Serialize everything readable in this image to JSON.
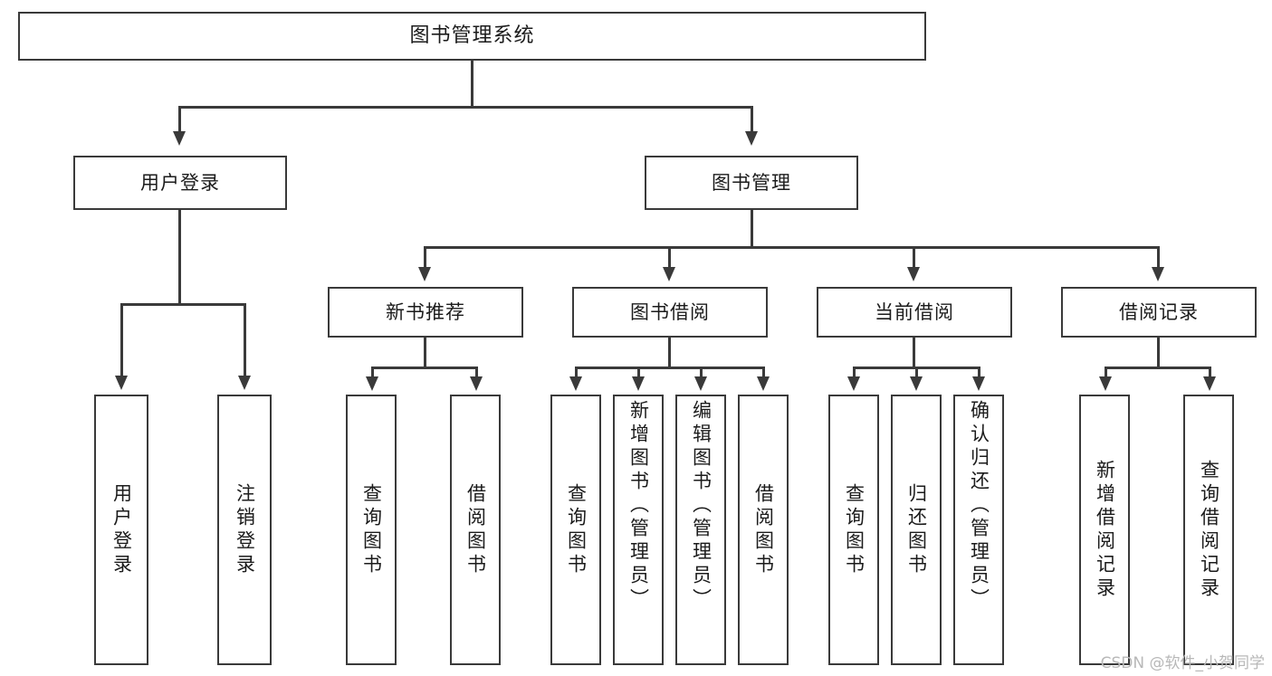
{
  "diagram": {
    "title": "图书管理系统",
    "type": "hierarchy-tree",
    "root": {
      "label": "图书管理系统"
    },
    "level2": [
      {
        "label": "用户登录"
      },
      {
        "label": "图书管理"
      }
    ],
    "level3": [
      {
        "label": "新书推荐"
      },
      {
        "label": "图书借阅"
      },
      {
        "label": "当前借阅"
      },
      {
        "label": "借阅记录"
      }
    ],
    "leaves": {
      "user_login": [
        {
          "label": "用户登录"
        },
        {
          "label": "注销登录"
        }
      ],
      "new_book_recommend": [
        {
          "label": "查询图书"
        },
        {
          "label": "借阅图书"
        }
      ],
      "book_borrow": [
        {
          "label": "查询图书"
        },
        {
          "label": "新增图书（管理员）"
        },
        {
          "label": "编辑图书（管理员）"
        },
        {
          "label": "借阅图书"
        }
      ],
      "current_borrow": [
        {
          "label": "查询图书"
        },
        {
          "label": "归还图书"
        },
        {
          "label": "确认归还（管理员）"
        }
      ],
      "borrow_record": [
        {
          "label": "新增借阅记录"
        },
        {
          "label": "查询借阅记录"
        }
      ]
    }
  },
  "watermark": {
    "text": "CSDN @软件_小贺同学"
  },
  "colors": {
    "stroke": "#3a3a3a",
    "text": "#1b1b1b",
    "background": "#ffffff",
    "watermark": "#b8b8b8"
  }
}
